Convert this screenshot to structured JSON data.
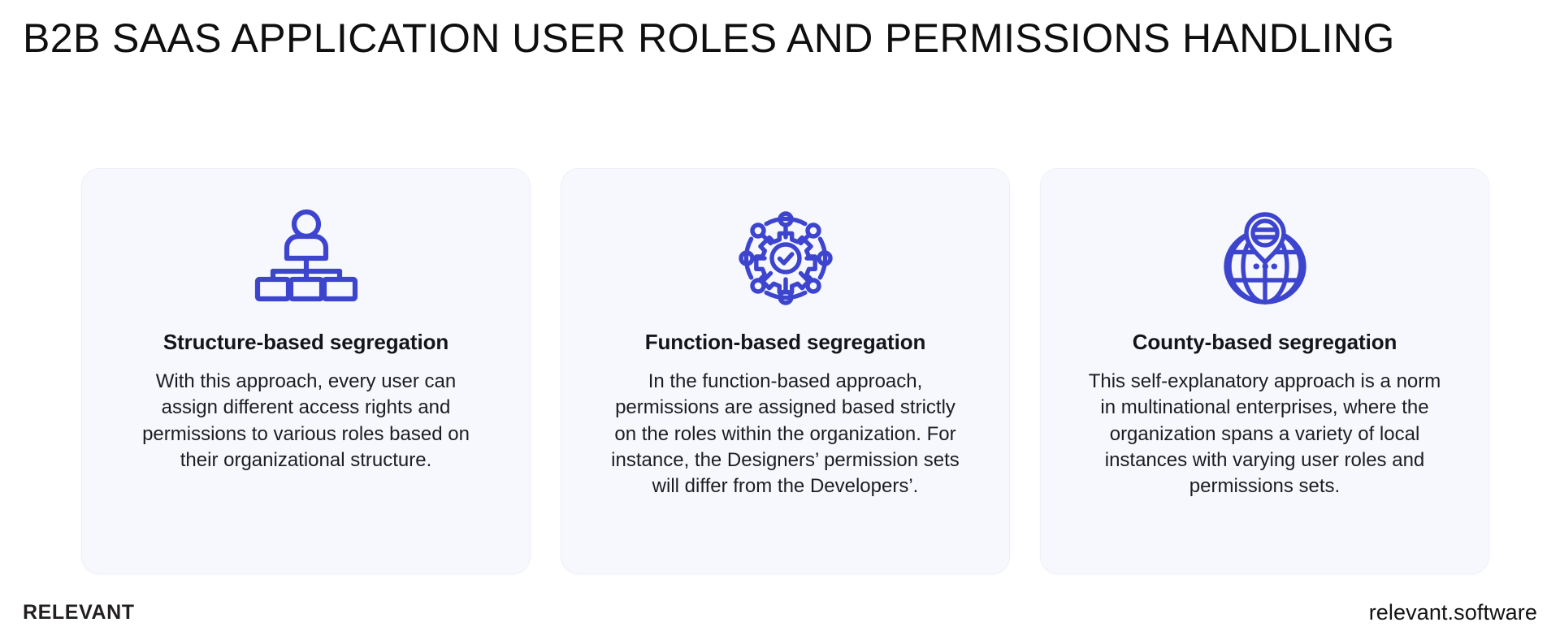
{
  "page": {
    "title": "B2B SaaS Application User Roles and Permissions Handling",
    "heading": "B2B SAAS APPLICATION USER ROLES AND PERMISSIONS HANDLING",
    "accent_color": "#3d45cf",
    "card_background": "#f7f8fd",
    "page_background": "#ffffff",
    "text_color": "#141414"
  },
  "cards": [
    {
      "icon": "org-chart-icon",
      "title": "Structure-based segregation",
      "body": "With this approach, every user can assign different access rights and permissions to various roles based on their organizational structure."
    },
    {
      "icon": "gear-network-check-icon",
      "title": "Function-based segregation",
      "body": "In the function-based approach, permissions are assigned based strictly on the roles within the organization. For instance, the Designers’ permission sets will differ from the Developers’."
    },
    {
      "icon": "globe-location-pin-icon",
      "title": "County-based segregation",
      "body": "This self-explanatory approach is a norm in multinational enterprises, where the organization spans a variety of local instances with varying user roles and permissions sets."
    }
  ],
  "footer": {
    "logo": "RELEVANT",
    "url": "relevant.software"
  }
}
